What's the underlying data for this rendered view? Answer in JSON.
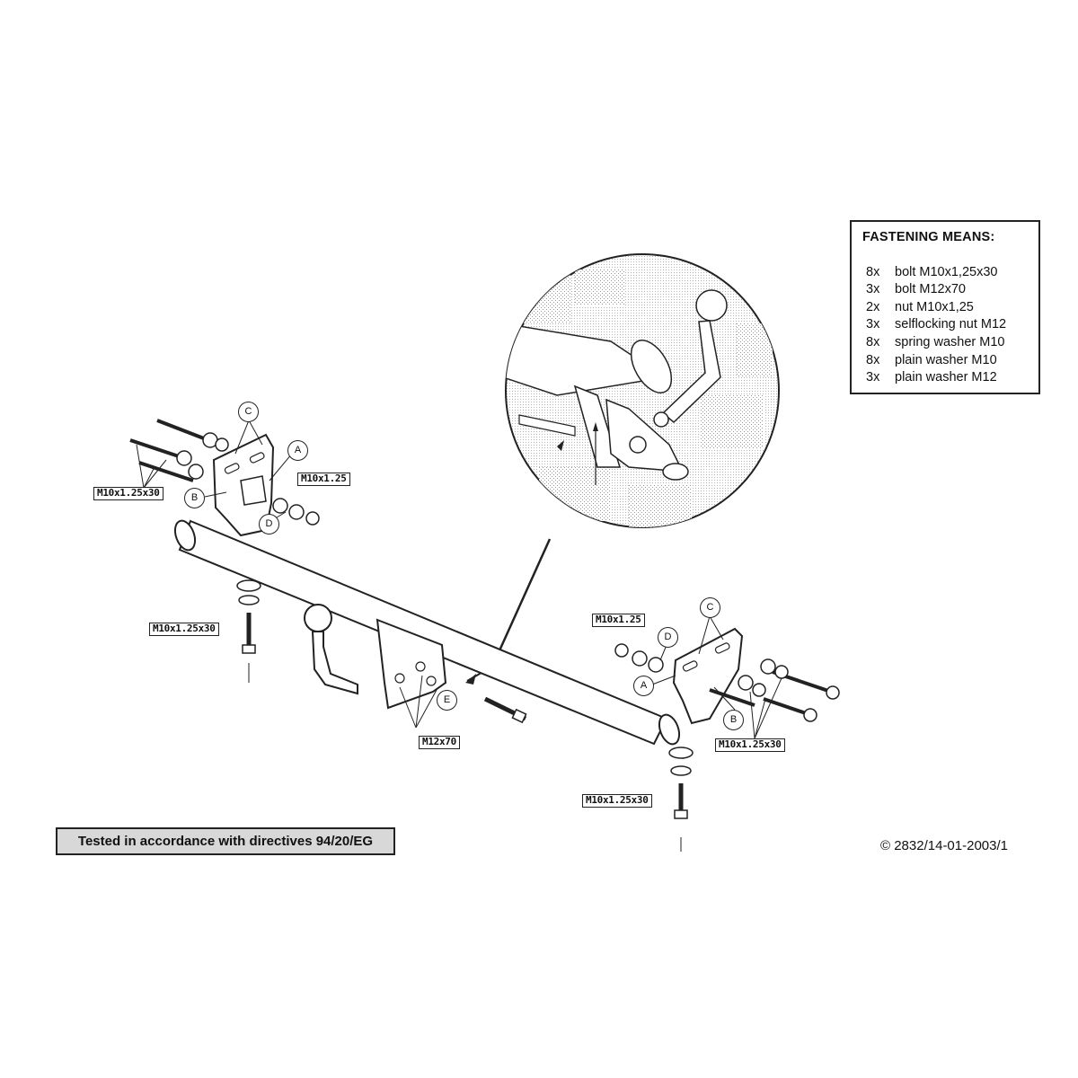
{
  "legend": {
    "title": "FASTENING MEANS:",
    "items": [
      {
        "qty": "8x",
        "desc": "bolt M10x1,25x30"
      },
      {
        "qty": "3x",
        "desc": "bolt M12x70"
      },
      {
        "qty": "2x",
        "desc": "nut M10x1,25"
      },
      {
        "qty": "3x",
        "desc": "selflocking nut M12"
      },
      {
        "qty": "8x",
        "desc": "spring washer M10"
      },
      {
        "qty": "8x",
        "desc": "plain washer M10"
      },
      {
        "qty": "3x",
        "desc": "plain washer M12"
      }
    ]
  },
  "callouts": {
    "bolt_left_top": "M10x1.25x30",
    "nut_left": "M10x1.25",
    "bolt_left_bottom": "M10x1.25x30",
    "bolt_center": "M12x70",
    "nut_right": "M10x1.25",
    "bolt_right_side": "M10x1.25x30",
    "bolt_right_bottom": "M10x1.25x30"
  },
  "letters": {
    "c": "C",
    "a": "A",
    "b": "B",
    "d": "D",
    "e": "E"
  },
  "footer": {
    "stamp": "Tested in accordance with directives 94/20/EG",
    "copyright": "© 2832/14-01-2003/1"
  }
}
